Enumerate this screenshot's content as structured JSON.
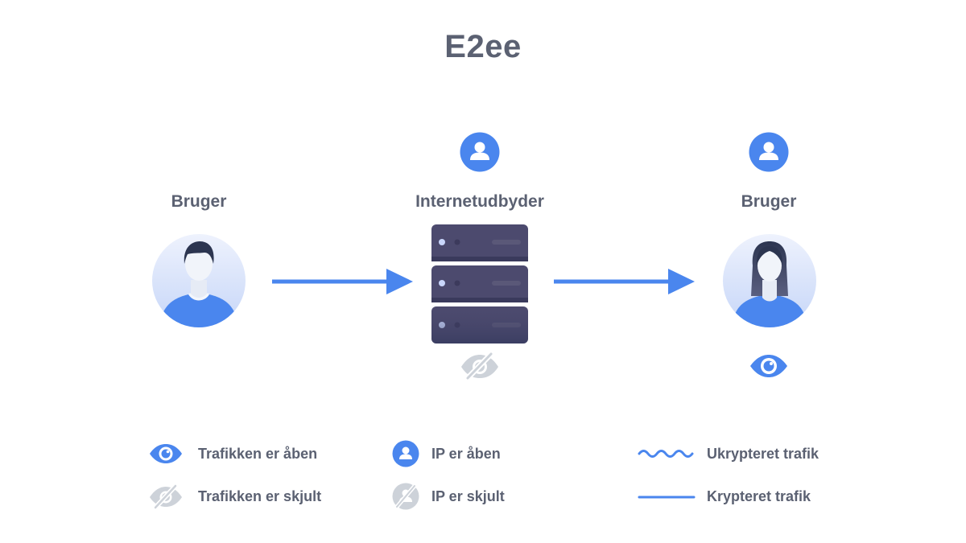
{
  "title": "E2ee",
  "nodes": {
    "left_user": {
      "label": "Bruger"
    },
    "isp": {
      "label": "Internetudbyder"
    },
    "right_user": {
      "label": "Bruger"
    }
  },
  "legend": {
    "traffic_open": "Trafikken er åben",
    "traffic_hidden": "Trafikken er skjult",
    "ip_open": "IP er åben",
    "ip_hidden": "IP er skjult",
    "unencrypted": "Ukrypteret trafik",
    "encrypted": "Krypteret trafik"
  },
  "colors": {
    "accent": "#4a86ee",
    "text": "#5b6172",
    "muted_icon": "#cdd2d9",
    "server": "#4c4a6e",
    "avatar_bg": "#dce6fb"
  },
  "icons": {
    "ip_open": "person-in-circle-icon",
    "ip_hidden": "crossed-person-icon",
    "traffic_open": "eye-icon",
    "traffic_hidden": "eye-slash-icon",
    "server": "server-icon"
  }
}
